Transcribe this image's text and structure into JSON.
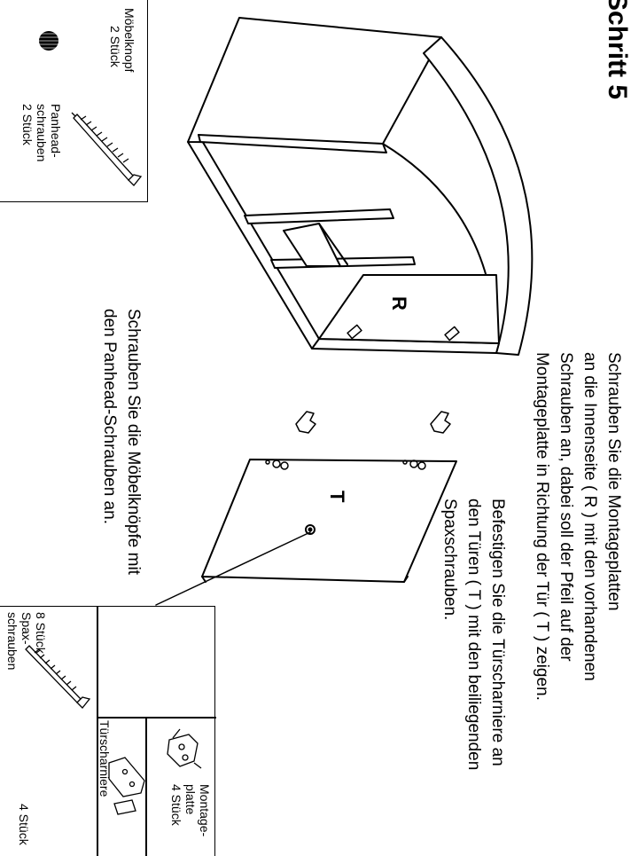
{
  "step_title": "Schritt 5",
  "instructions": {
    "montageplatten": [
      "Schrauben Sie die Montageplatten",
      "an die Innenseite ( R ) mit den vorhandenen",
      "Schrauben an, dabei soll der Pfeil auf der",
      "Montageplatte in Richtung der Tür ( T ) zeigen."
    ],
    "tuerscharniere": [
      "Befestigen Sie die Türscharniere an",
      "den Türen ( T ) mit den beiliegenden",
      "Spaxschrauben."
    ],
    "moebelknoepfe": [
      "Schrauben Sie die Möbelknöpfe mit",
      "den Panhead-Schrauben an."
    ]
  },
  "part_labels": {
    "side_panel": "R",
    "door": "T"
  },
  "parts_top": {
    "moebelknopf": {
      "name": "Möbelknopf",
      "qty": "2 Stück"
    },
    "panhead": {
      "name_lines": [
        "Panhead-",
        "schrauben",
        "2 Stück"
      ]
    }
  },
  "parts_bottom": {
    "spax": {
      "qty": "8 Stück",
      "name_lines": [
        "Spax-",
        "schrauben"
      ]
    },
    "montageplatte": {
      "name_lines": [
        "Montage-",
        "platte",
        "4 Stück"
      ]
    },
    "tuerscharniere": {
      "name": "Türscharniere",
      "qty": "4 Stück"
    }
  }
}
